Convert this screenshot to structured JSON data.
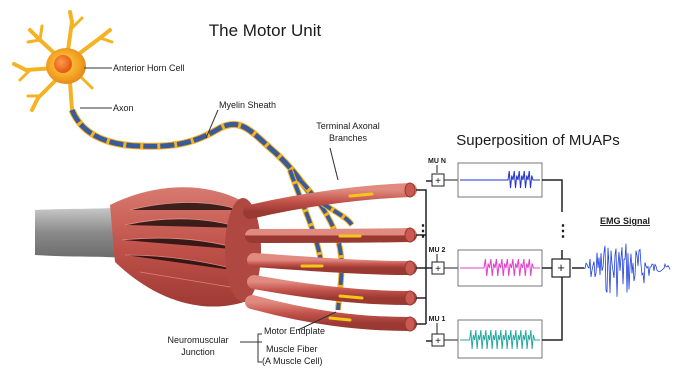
{
  "title": "The Motor Unit",
  "subtitle": "Superposition of MUAPs",
  "labels": {
    "anterior_horn_cell": "Anterior Horn Cell",
    "axon": "Axon",
    "myelin_sheath": "Myelin Sheath",
    "terminal_axonal_branches_1": "Terminal Axonal",
    "terminal_axonal_branches_2": "Branches",
    "neuromuscular_junction_1": "Neuromuscular",
    "neuromuscular_junction_2": "Junction",
    "motor_endplate": "Motor Endplate",
    "muscle_fiber_1": "Muscle Fiber",
    "muscle_fiber_2": "(A Muscle Cell)",
    "emg_signal": "EMG Signal"
  },
  "motor_units": [
    {
      "label": "MU N",
      "color": "#2233cc"
    },
    {
      "label": "MU 2",
      "color": "#e040c8"
    },
    {
      "label": "MU 1",
      "color": "#2aa8a0"
    }
  ],
  "symbols": {
    "plus": "+",
    "ellipsis": "⋮"
  },
  "colors": {
    "neuron": "#f5b323",
    "myelin": "#3a5a9a",
    "muscle": "#c85a52",
    "emg": "#1f3fe0"
  }
}
